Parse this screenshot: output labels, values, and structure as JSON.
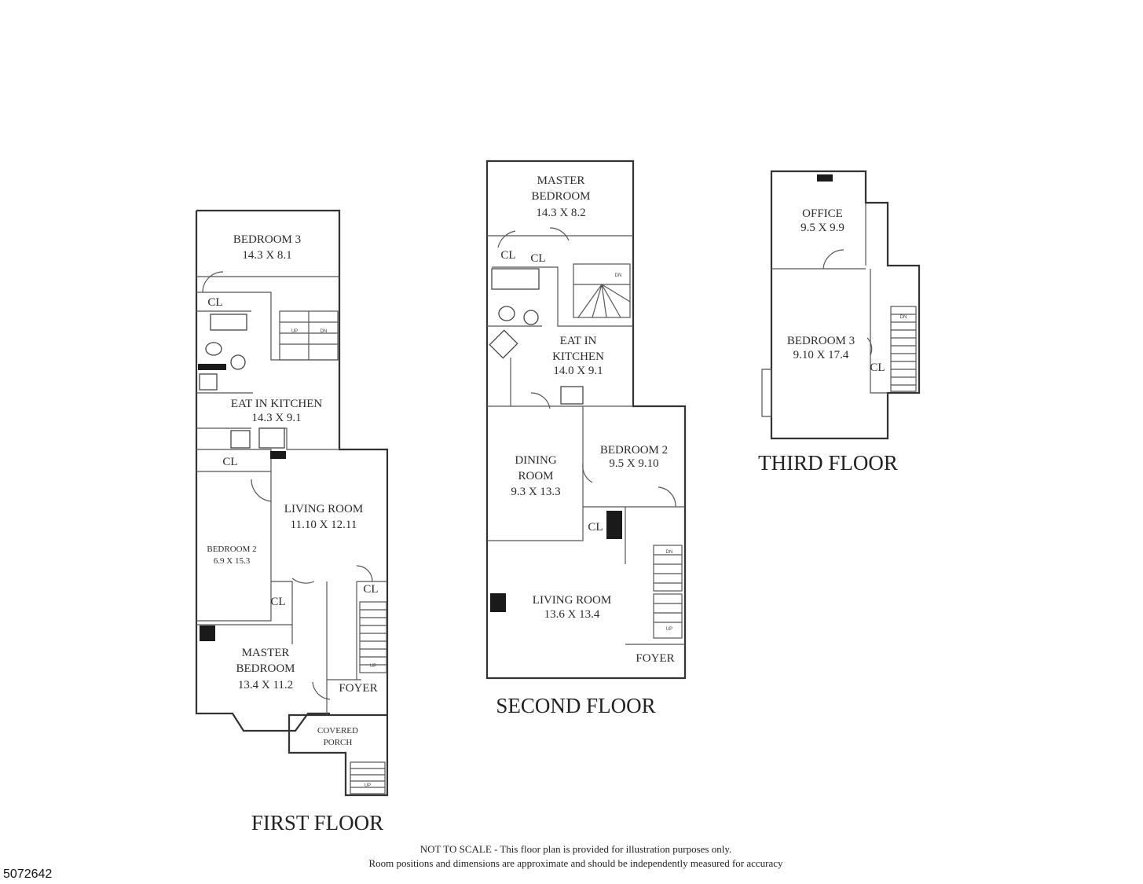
{
  "floors": [
    {
      "title": "FIRST FLOOR",
      "rooms": [
        {
          "name": "BEDROOM 3",
          "dims": "14.3 X 8.1"
        },
        {
          "name": "EAT IN KITCHEN",
          "dims": "14.3 X 9.1"
        },
        {
          "name": "LIVING ROOM",
          "dims": "11.10 X 12.11"
        },
        {
          "name": "BEDROOM 2",
          "dims": "6.9 X 15.3"
        },
        {
          "name": "MASTER",
          "name2": "BEDROOM",
          "dims": "13.4 X 11.2"
        },
        {
          "name": "FOYER"
        },
        {
          "name": "COVERED",
          "name2": "PORCH"
        }
      ],
      "closets": [
        "CL",
        "CL",
        "CL",
        "CL"
      ],
      "stair_marks": [
        "UP",
        "DN",
        "UP",
        "UP"
      ]
    },
    {
      "title": "SECOND FLOOR",
      "rooms": [
        {
          "name": "MASTER",
          "name2": "BEDROOM",
          "dims": "14.3 X 8.2"
        },
        {
          "name": "EAT IN",
          "name2": "KITCHEN",
          "dims": "14.0 X 9.1"
        },
        {
          "name": "DINING",
          "name2": "ROOM",
          "dims": "9.3 X 13.3"
        },
        {
          "name": "BEDROOM 2",
          "dims": "9.5 X 9.10"
        },
        {
          "name": "LIVING ROOM",
          "dims": "13.6 X 13.4"
        },
        {
          "name": "FOYER"
        }
      ],
      "closets": [
        "CL",
        "CL",
        "CL"
      ],
      "stair_marks": [
        "DN",
        "DN",
        "UP"
      ]
    },
    {
      "title": "THIRD FLOOR",
      "rooms": [
        {
          "name": "OFFICE",
          "dims": "9.5 X 9.9"
        },
        {
          "name": "BEDROOM 3",
          "dims": "9.10 X 17.4"
        }
      ],
      "closets": [
        "CL"
      ],
      "stair_marks": [
        "DN"
      ]
    }
  ],
  "disclaimer": {
    "line1": "NOT TO SCALE - This floor plan is provided for illustration purposes only.",
    "line2": "Room positions and dimensions are approximate and should be independently measured for accuracy"
  },
  "listing_id": "5072642"
}
